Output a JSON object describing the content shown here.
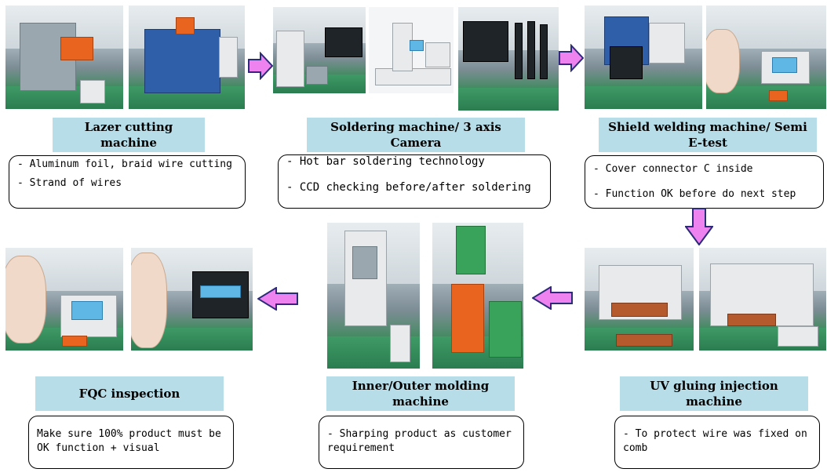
{
  "steps": {
    "laser": {
      "title": "Lazer cutting machine",
      "bullets": [
        "- Aluminum foil, braid wire cutting",
        "- Strand of wires"
      ]
    },
    "soldering": {
      "title": "Soldering machine/ 3 axis Camera",
      "bullets": [
        "- Hot bar soldering technology",
        "- CCD checking before/after soldering"
      ]
    },
    "shield": {
      "title": "Shield welding machine/ Semi E-test",
      "bullets": [
        "- Cover connector C inside",
        "- Function OK before do next step"
      ]
    },
    "uv": {
      "title": "UV gluing injection machine",
      "bullets": [
        "- To protect wire was fixed on comb"
      ]
    },
    "molding": {
      "title": "Inner/Outer molding machine",
      "bullets": [
        "- Sharping product as customer requirement"
      ]
    },
    "fqc": {
      "title": "FQC inspection",
      "bullets": [
        "Make sure 100% product must be OK function + visual"
      ]
    }
  },
  "colors": {
    "label_bg": "#b7dde8",
    "arrow_fill": "#ee82ee",
    "arrow_stroke": "#2b2b7a"
  }
}
